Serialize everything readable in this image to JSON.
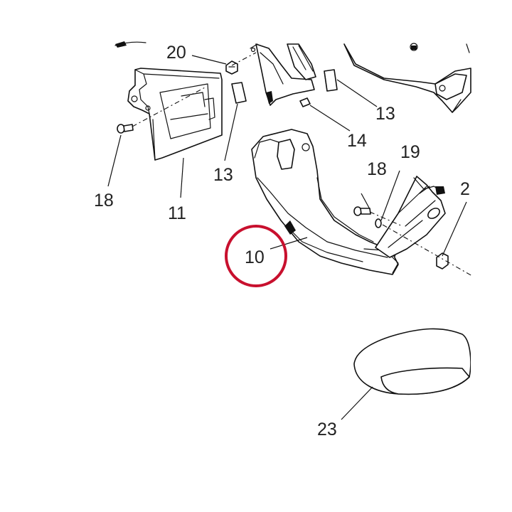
{
  "callouts": {
    "c20": "20",
    "c18a": "18",
    "c11": "11",
    "c13a": "13",
    "c13b": "13",
    "c14": "14",
    "c18b": "18",
    "c19": "19",
    "c2": "2",
    "c10": "10",
    "c23": "23"
  },
  "highlight": {
    "target": "10",
    "color": "#c8102e"
  }
}
